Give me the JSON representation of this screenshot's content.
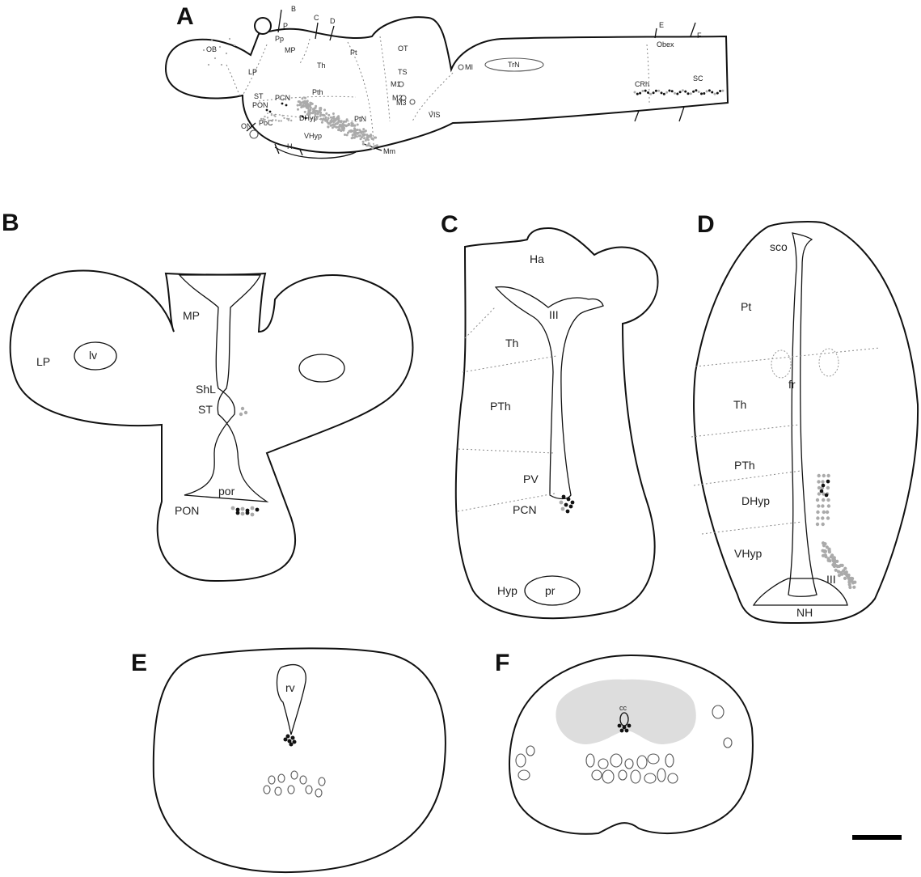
{
  "panels": {
    "a": {
      "letter": "A",
      "section_marks": [
        "B",
        "C",
        "D",
        "E",
        "F"
      ],
      "labels": [
        "P",
        "Pp",
        "OB",
        "LP",
        "MP",
        "Th",
        "Pt",
        "OT",
        "TS",
        "Pth",
        "M1",
        "M2",
        "M3",
        "PCN",
        "ST",
        "PON",
        "DHyp",
        "PtN",
        "VHyp",
        "PoC",
        "ON",
        "H",
        "Mm",
        "VIS",
        "MI",
        "TrN",
        "Obex",
        "CRh",
        "SC"
      ]
    },
    "b": {
      "letter": "B",
      "labels": [
        "MP",
        "LP",
        "lv",
        "ShL",
        "ST",
        "por",
        "PON"
      ]
    },
    "c": {
      "letter": "C",
      "labels": [
        "Ha",
        "III",
        "Th",
        "PTh",
        "PV",
        "PCN",
        "Hyp",
        "pr"
      ]
    },
    "d": {
      "letter": "D",
      "labels": [
        "sco",
        "Pt",
        "fr",
        "Th",
        "PTh",
        "DHyp",
        "VHyp",
        "III",
        "NH"
      ]
    },
    "e": {
      "letter": "E",
      "labels": [
        "rv"
      ]
    },
    "f": {
      "letter": "F",
      "labels": [
        "cc"
      ]
    }
  },
  "colors": {
    "outline": "#111111",
    "grey_cells": "#aaaaaa",
    "black_cells": "#111111",
    "grey_matter": "#dddddd"
  }
}
